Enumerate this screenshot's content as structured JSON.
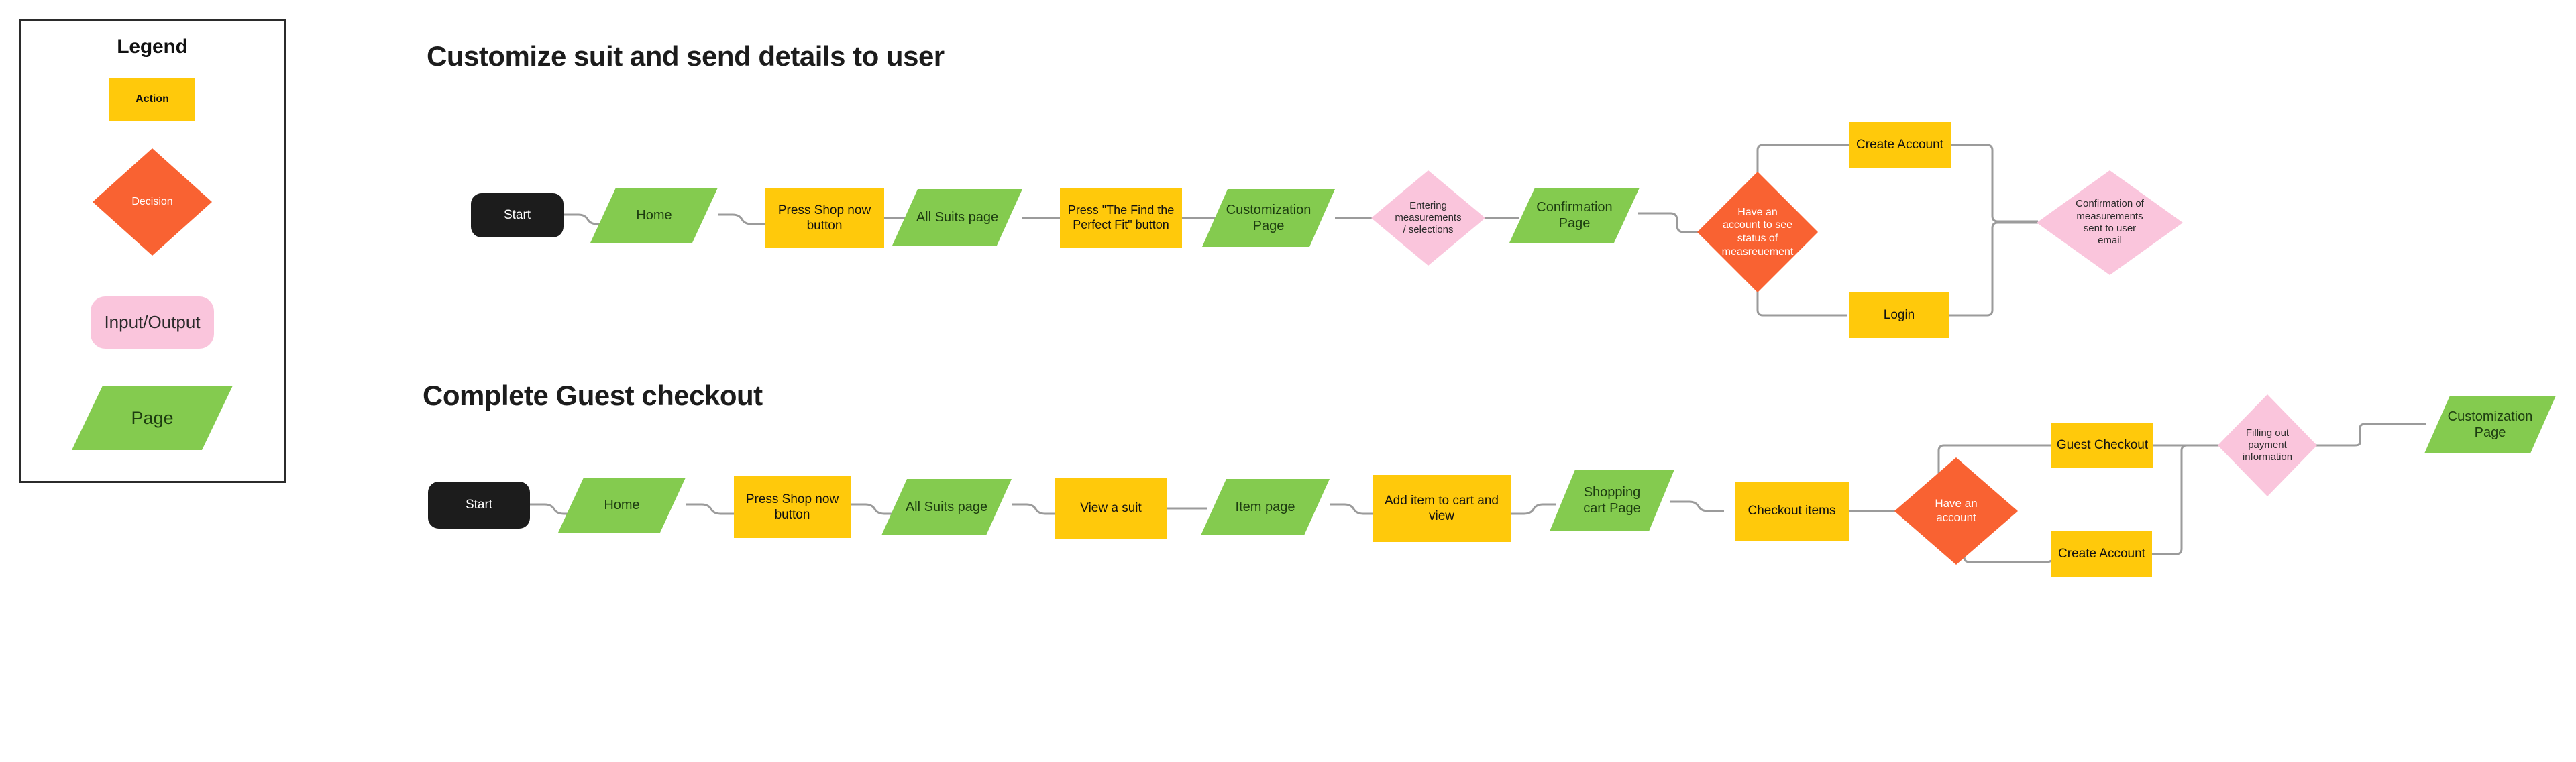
{
  "legend": {
    "title": "Legend",
    "items": [
      {
        "key": "action",
        "label": "Action",
        "shape": "rectangle",
        "color": "#FFC90B"
      },
      {
        "key": "decision",
        "label": "Decision",
        "shape": "diamond",
        "color": "#F96232"
      },
      {
        "key": "io",
        "label": "Input/Output",
        "shape": "rounded-rect",
        "color": "#FAC5DC"
      },
      {
        "key": "page",
        "label": "Page",
        "shape": "parallelogram",
        "color": "#84CB4F"
      }
    ]
  },
  "colors": {
    "action": "#FFC90B",
    "decision": "#F96232",
    "io": "#FAC5DC",
    "page": "#84CB4F",
    "start": "#1C1C1C",
    "connector": "#9B9B9B",
    "border": "#2B2B2B",
    "background": "#FFFFFF"
  },
  "flows": [
    {
      "id": "flow-1",
      "title": "Customize suit and send details to user",
      "nodes": [
        {
          "id": "f1-start",
          "label": "Start",
          "type": "start"
        },
        {
          "id": "f1-home",
          "label": "Home",
          "type": "page"
        },
        {
          "id": "f1-shop",
          "label": "Press Shop now\nbutton",
          "type": "action"
        },
        {
          "id": "f1-allsuits",
          "label": "All Suits page",
          "type": "page"
        },
        {
          "id": "f1-fit",
          "label": "Press \"The Find the\nPerfect Fit\" button",
          "type": "action"
        },
        {
          "id": "f1-custom",
          "label": "Customization\nPage",
          "type": "page"
        },
        {
          "id": "f1-entering",
          "label": "Entering\nmeasurements\n/ selections",
          "type": "io"
        },
        {
          "id": "f1-confirm",
          "label": "Confirmation\nPage",
          "type": "page"
        },
        {
          "id": "f1-decision",
          "label": "Have an\naccount to see\nstatus of\nmeasreuement",
          "type": "decision"
        },
        {
          "id": "f1-create",
          "label": "Create Account",
          "type": "action"
        },
        {
          "id": "f1-login",
          "label": "Login",
          "type": "action"
        },
        {
          "id": "f1-email",
          "label": "Confirmation of\nmeasurements\nsent to user\nemail",
          "type": "io"
        }
      ]
    },
    {
      "id": "flow-2",
      "title": "Complete Guest checkout",
      "nodes": [
        {
          "id": "f2-start",
          "label": "Start",
          "type": "start"
        },
        {
          "id": "f2-home",
          "label": "Home",
          "type": "page"
        },
        {
          "id": "f2-shop",
          "label": "Press Shop now\nbutton",
          "type": "action"
        },
        {
          "id": "f2-allsuits",
          "label": "All Suits page",
          "type": "page"
        },
        {
          "id": "f2-view",
          "label": "View a suit",
          "type": "action"
        },
        {
          "id": "f2-item",
          "label": "Item page",
          "type": "page"
        },
        {
          "id": "f2-add",
          "label": "Add item to cart and\nview",
          "type": "action"
        },
        {
          "id": "f2-cart",
          "label": "Shopping\ncart Page",
          "type": "page"
        },
        {
          "id": "f2-checkout",
          "label": "Checkout items",
          "type": "action"
        },
        {
          "id": "f2-decision",
          "label": "Have an\naccount",
          "type": "decision"
        },
        {
          "id": "f2-guest",
          "label": "Guest Checkout",
          "type": "action"
        },
        {
          "id": "f2-create",
          "label": "Create Account",
          "type": "action"
        },
        {
          "id": "f2-payment",
          "label": "Filling out\npayment\ninformation",
          "type": "io"
        },
        {
          "id": "f2-custom",
          "label": "Customization\nPage",
          "type": "page"
        }
      ]
    }
  ]
}
